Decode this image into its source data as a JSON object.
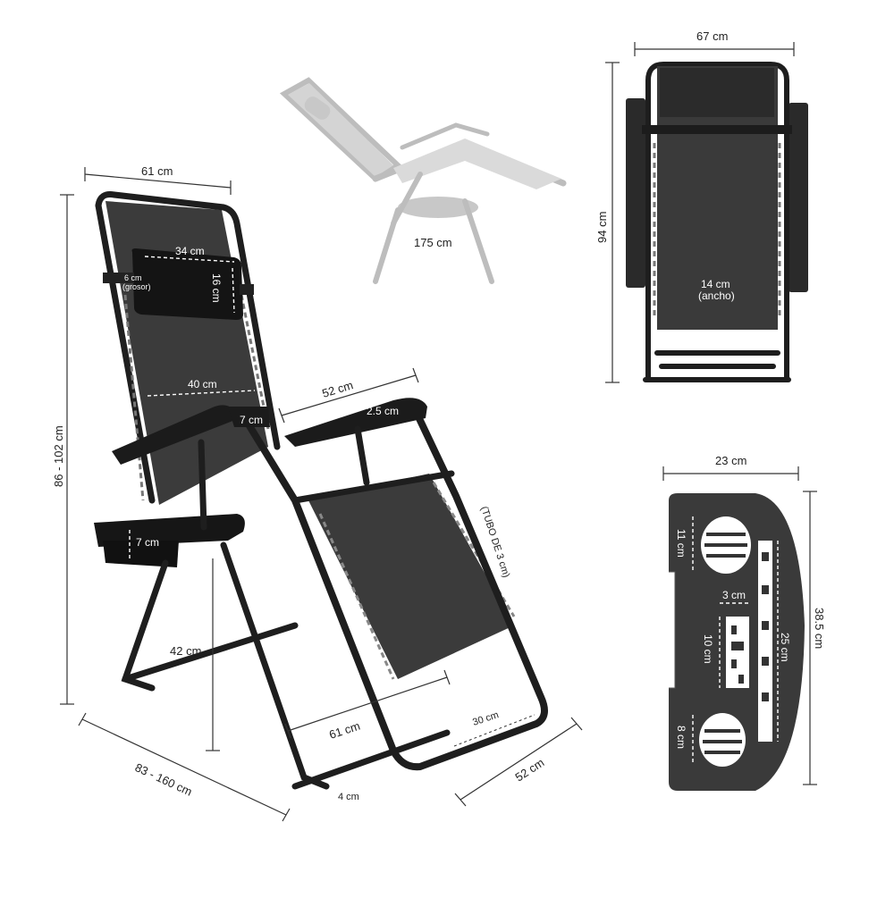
{
  "main_chair": {
    "width_top": "61 cm",
    "height": "86 - 102 cm",
    "length_diag": "83 - 160 cm",
    "pillow_width": "34 cm",
    "pillow_height": "16 cm",
    "pillow_thickness": "6 cm",
    "pillow_thickness_note": "(grosor)",
    "backrest_width": "40 cm",
    "armrest_width": "7 cm",
    "seat_width_top": "52 cm",
    "armrest_thickness": "2.5 cm",
    "tube_note": "(TUBO DE 3 cm)",
    "tray_height": "7 cm",
    "seat_height": "42 cm",
    "base_width": "61 cm",
    "footrest_depth": "30 cm",
    "base_depth": "52 cm",
    "foot_tube": "4 cm"
  },
  "reclined": {
    "length": "175 cm"
  },
  "back_view": {
    "width": "67 cm",
    "height": "94 cm",
    "strap_width": "14 cm",
    "strap_note": "(ancho)"
  },
  "tray": {
    "width": "23 cm",
    "height": "38.5 cm",
    "cup_top": "11 cm",
    "slot_gap": "3 cm",
    "phone_slot": "10 cm",
    "long_slot": "25 cm",
    "cup_bottom": "8 cm"
  }
}
